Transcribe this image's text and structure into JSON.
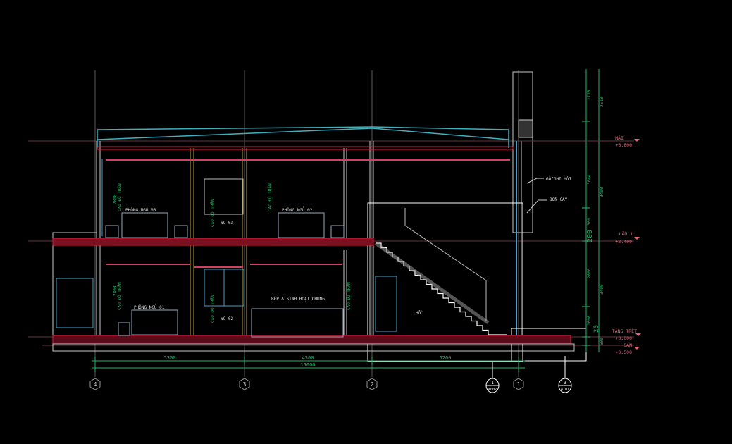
{
  "colors": {
    "background": "#000000",
    "grid": "#5a5a5a",
    "dimension": "#1fb86a",
    "slab": "#e0203c",
    "wall": "#c8c8c8",
    "roof": "#40b0c0",
    "level_text": "#e06a7a",
    "window": "#4aa0c8"
  },
  "levels": [
    {
      "name": "MÁI",
      "value": "+6.800"
    },
    {
      "name": "LẦU 1",
      "value": "+3.400"
    },
    {
      "name": "TẦNG TRỆT",
      "value": "+0.000"
    },
    {
      "name": "SÂN",
      "value": "-0.500"
    }
  ],
  "horizontal_dims": {
    "segments": [
      "5300",
      "4500",
      "5200"
    ],
    "total": "15000"
  },
  "vertical_dims": {
    "inner": [
      "1770",
      "3044",
      "300",
      "2800",
      "1000",
      "20"
    ],
    "outer": [
      "2518",
      "3400",
      "3400",
      "500"
    ],
    "large": "200"
  },
  "grid_axes": [
    "4",
    "3",
    "2",
    "1"
  ],
  "section_marks": [
    {
      "num": "1",
      "sheet": "A002"
    },
    {
      "num": "3",
      "sheet": "A101"
    }
  ],
  "rooms": {
    "bedroom_03": "PHÒNG NGỦ 03",
    "bedroom_02": "PHÒNG NGỦ 02",
    "bedroom_01": "PHÒNG NGỦ 01",
    "wc_03": "WC 03",
    "wc_02": "WC 02",
    "kitchen": "BẾP & SINH HOẠT CHUNG",
    "stair_hall": "HỒ"
  },
  "ceiling_label": "CAO ĐỘ TRẦN",
  "ceiling_height": "2800",
  "callouts": [
    "GỖ GHI MỚI",
    "BỒN CÂY"
  ]
}
